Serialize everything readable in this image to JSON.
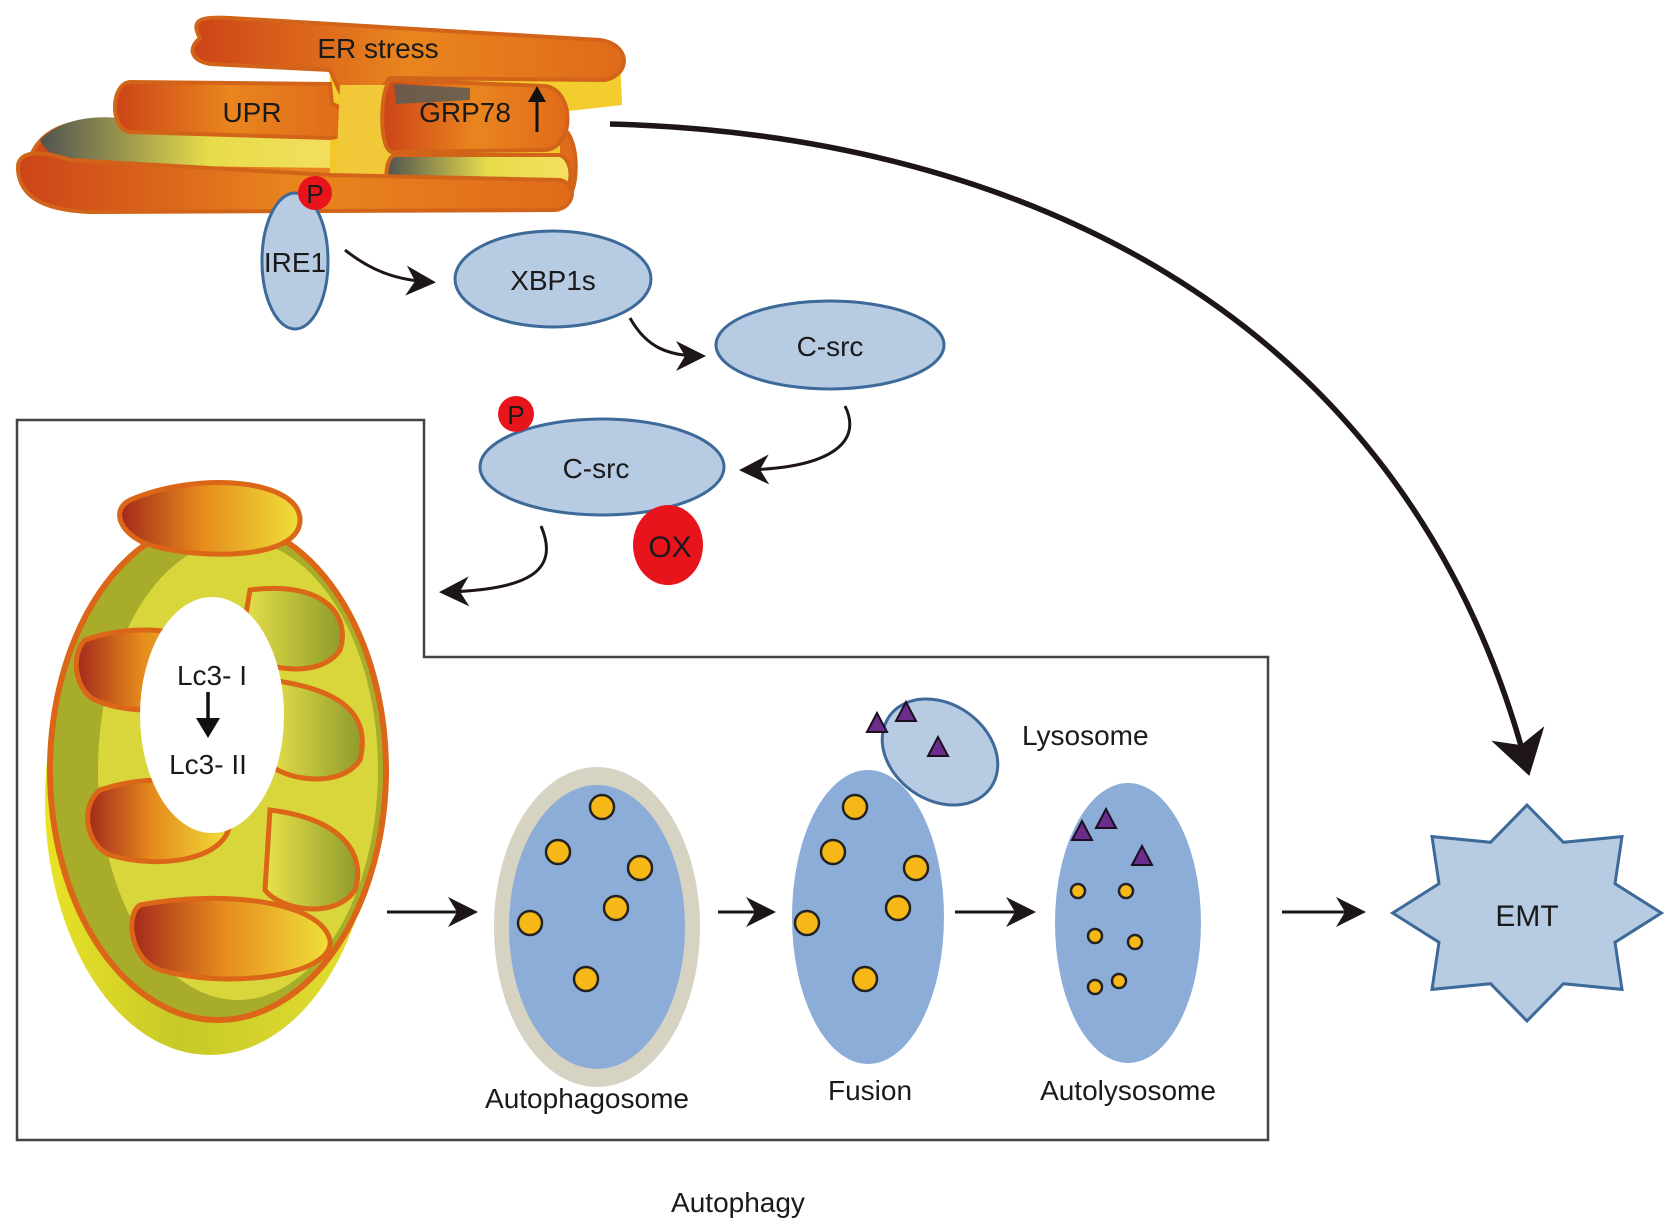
{
  "er": {
    "title": "ER stress",
    "upr": "UPR",
    "grp78": "GRP78",
    "grp78_trend_icon": "up-arrow-icon",
    "colors": {
      "outer": "#e07a1a",
      "inner": "#f4d030",
      "dark": "#555550",
      "deep": "#c8451a"
    }
  },
  "pathway": {
    "ire1": "IRE1",
    "ire1_phospho": "P",
    "xbp1s": "XBP1s",
    "csrc": "C-src",
    "csrc_active": "C-src",
    "csrc_phospho": "P",
    "ox": "OX",
    "colors": {
      "node_fill": "#b7cbe3",
      "node_stroke": "#3d6a99",
      "phospho": "#e8141b"
    }
  },
  "mitochondrion": {
    "lc3_i": "Lc3- I",
    "lc3_ii": "Lc3- II",
    "conversion_icon": "down-arrow-icon"
  },
  "autophagy": {
    "stages": [
      {
        "label": "Autophagosome"
      },
      {
        "label": "Fusion"
      },
      {
        "label": "Autolysosome"
      }
    ],
    "lysosome": "Lysosome",
    "box_label": "Autophagy",
    "colors": {
      "vesicle": "#8badd8",
      "membrane": "#d6d3c3",
      "cargo": "#f7b716",
      "enzyme": "#6b2d8c",
      "lysosome_fill": "#b7cbe3"
    }
  },
  "outcome": {
    "emt": "EMT",
    "colors": {
      "fill": "#b7cbe3",
      "stroke": "#3d6a99"
    }
  }
}
